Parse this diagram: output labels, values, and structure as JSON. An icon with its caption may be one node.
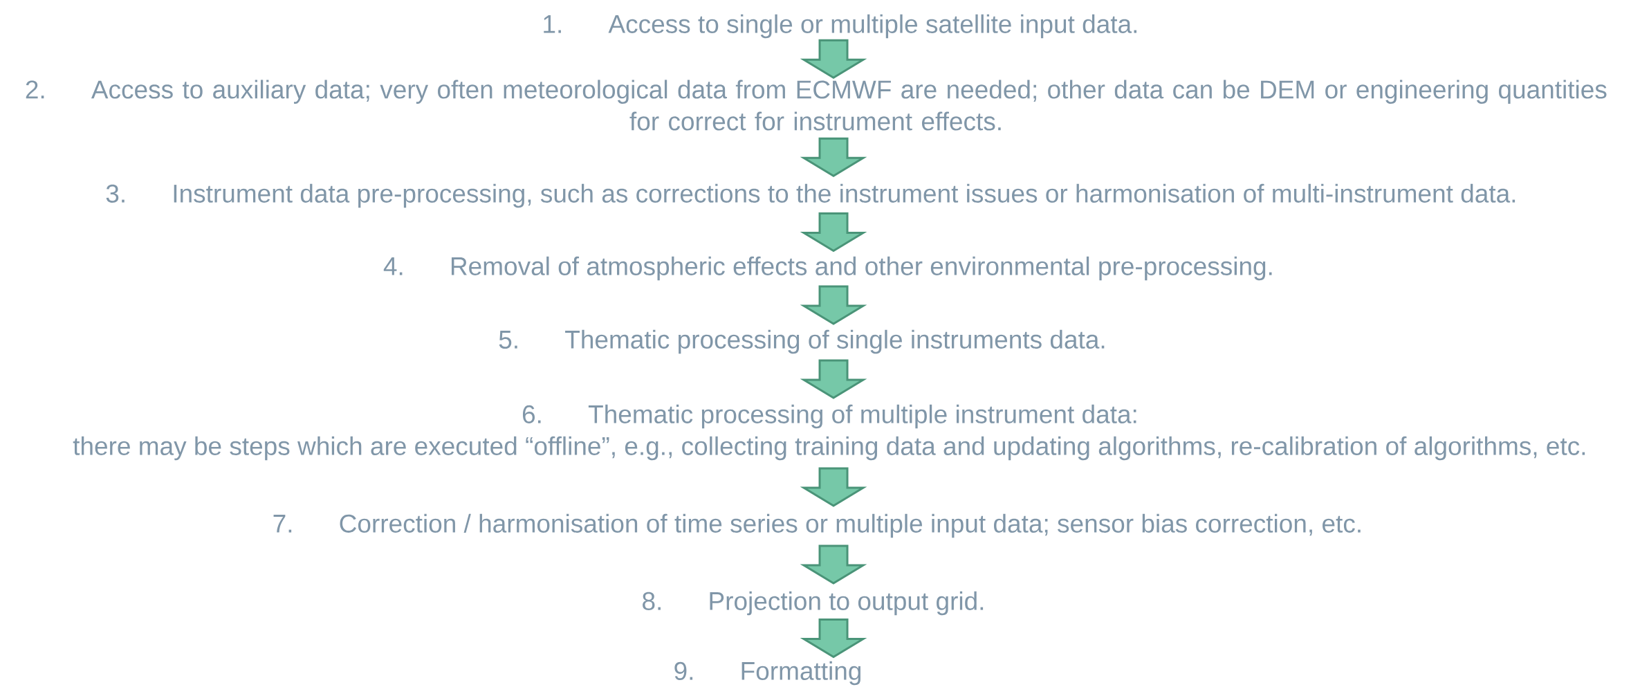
{
  "diagram": {
    "nodes": [
      {
        "text": [
          "1.",
          "Access to single or multiple satellite input data."
        ]
      },
      {
        "text": [
          "2.",
          "Access to auxiliary data; very often meteorological data from ECMWF are needed; other data can be DEM or engineering quantities for correct for instrument effects."
        ]
      },
      {
        "text": [
          "3.",
          "Instrument data pre-processing, such as corrections to the instrument issues or harmonisation of multi-instrument data."
        ]
      },
      {
        "text": [
          "4.",
          "Removal of atmospheric effects and other environmental pre-processing."
        ]
      },
      {
        "text": [
          "5.",
          "Thematic processing of single instruments data."
        ]
      },
      {
        "text": [
          "6.",
          "Thematic processing of multiple instrument data:",
          "there may be steps which are executed “offline”, e.g., collecting training data and updating algorithms, re-calibration of algorithms, etc."
        ]
      },
      {
        "text": [
          "7.",
          "Correction / harmonisation of time series or multiple input data; sensor bias correction, etc."
        ]
      },
      {
        "text": [
          "8.",
          "Projection to output grid."
        ]
      },
      {
        "text": [
          "9.",
          "Formatting"
        ]
      }
    ],
    "edges": [
      {
        "from": 0,
        "to": 1,
        "arrow": "to"
      },
      {
        "from": 1,
        "to": 2,
        "arrow": "to"
      },
      {
        "from": 2,
        "to": 3,
        "arrow": "to"
      },
      {
        "from": 3,
        "to": 4,
        "arrow": "to"
      },
      {
        "from": 4,
        "to": 5,
        "arrow": "to"
      },
      {
        "from": 5,
        "to": 6,
        "arrow": "to"
      },
      {
        "from": 6,
        "to": 7,
        "arrow": "to"
      },
      {
        "from": 7,
        "to": 8,
        "arrow": "to"
      }
    ]
  }
}
